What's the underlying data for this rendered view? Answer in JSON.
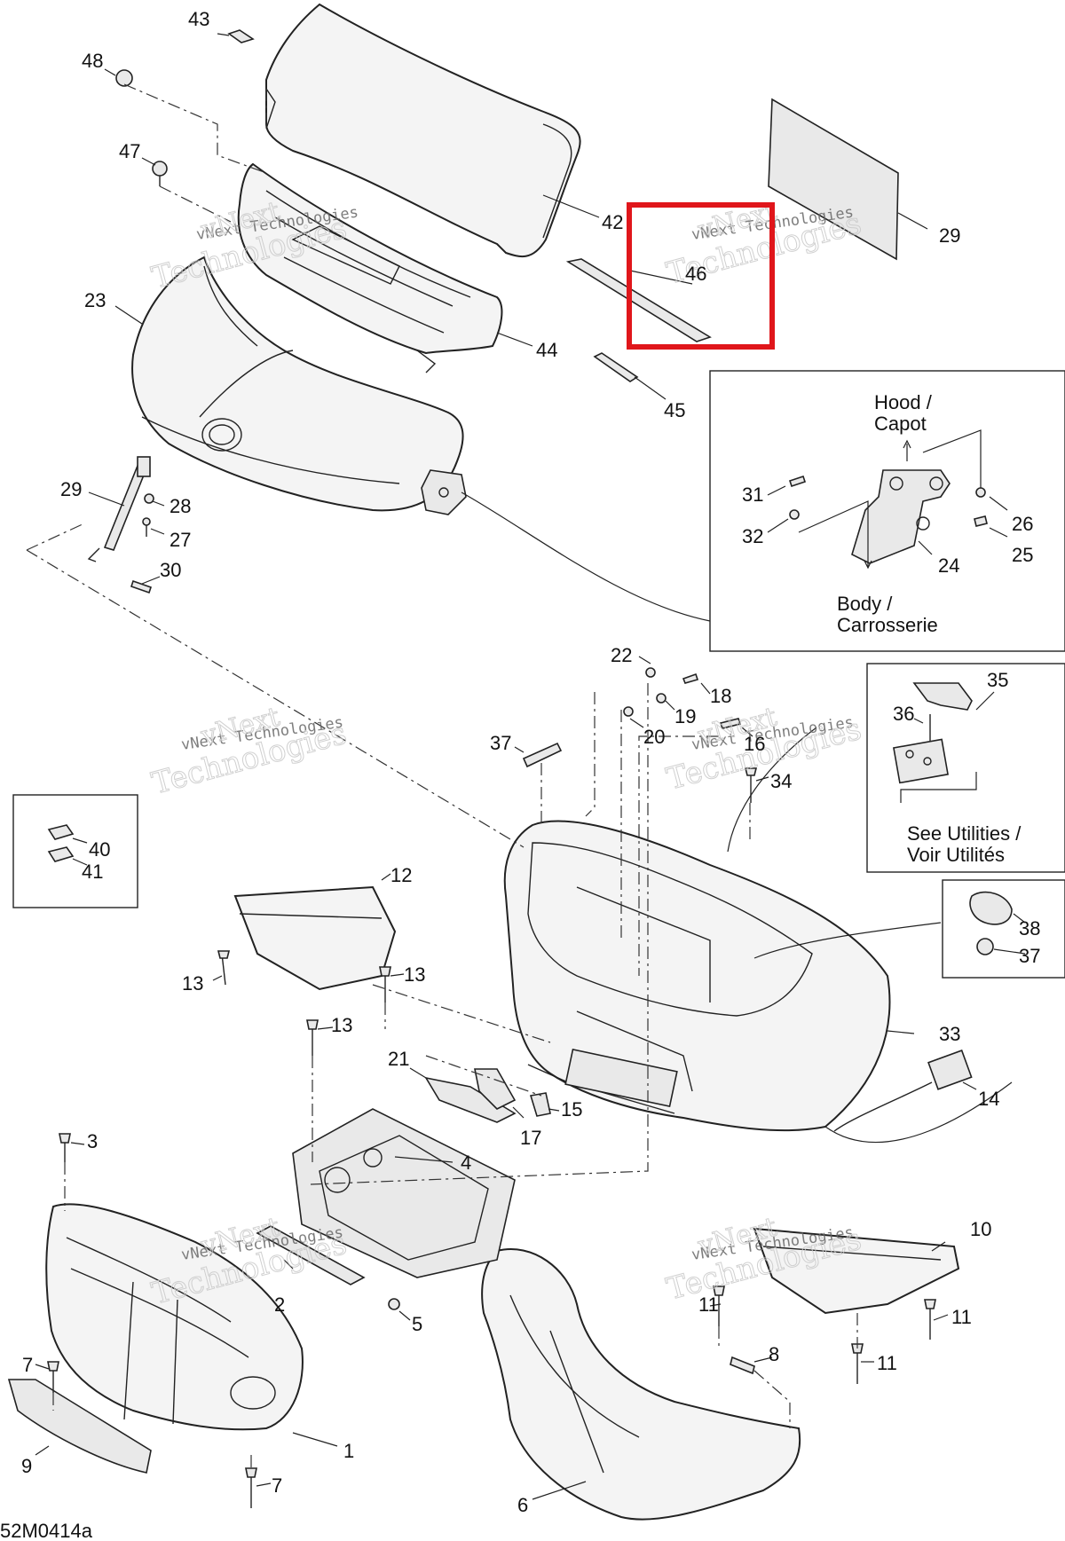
{
  "callouts": {
    "c43": "43",
    "c48": "48",
    "c47": "47",
    "c42": "42",
    "c29a": "29",
    "c46": "46",
    "c44": "44",
    "c45": "45",
    "c23": "23",
    "c29b": "29",
    "c28": "28",
    "c27": "27",
    "c30": "30",
    "c22": "22",
    "c18": "18",
    "c19": "19",
    "c20": "20",
    "c16": "16",
    "c34": "34",
    "c37a": "37",
    "c35": "35",
    "c36": "36",
    "c40": "40",
    "c41": "41",
    "c12": "12",
    "c13a": "13",
    "c13b": "13",
    "c13c": "13",
    "c38": "38",
    "c37b": "37",
    "c33": "33",
    "c21": "21",
    "c15": "15",
    "c17": "17",
    "c14": "14",
    "c3": "3",
    "c4": "4",
    "c2": "2",
    "c5": "5",
    "c10": "10",
    "c11a": "11",
    "c11b": "11",
    "c11c": "11",
    "c8": "8",
    "c7a": "7",
    "c7b": "7",
    "c1": "1",
    "c9": "9",
    "c6": "6",
    "c31": "31",
    "c32": "32",
    "c26": "26",
    "c25": "25",
    "c24": "24"
  },
  "hinge_inset": {
    "hood_label_1": "Hood /",
    "hood_label_2": "Capot",
    "body_label_1": "Body /",
    "body_label_2": "Carrosserie"
  },
  "utilities_inset": {
    "label_1": "See Utilities /",
    "label_2": "Voir Utilités"
  },
  "watermark": {
    "line1": "vNext Technologies",
    "line2": "vNext",
    "line3": "Technologies"
  },
  "figure_code": "52M0414a",
  "highlight_color": "#e0161b"
}
